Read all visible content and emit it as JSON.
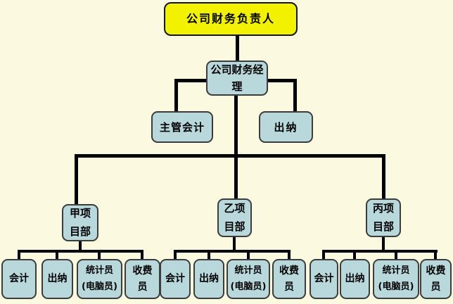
{
  "colors": {
    "background": "#FBFAE1",
    "node_fill": "#B8D8DC",
    "node_border": "#3C3C3C",
    "root_fill": "#F2F200",
    "root_border": "#141414",
    "connector": "#000000",
    "text": "#000000"
  },
  "org_chart": {
    "root": {
      "lines": [
        "公司财务负责人"
      ]
    },
    "finance_manager": {
      "lines": [
        "公司财务经",
        "理"
      ]
    },
    "level3": [
      {
        "id": "chief-accountant",
        "lines": [
          "主管会计"
        ]
      },
      {
        "id": "cashier",
        "lines": [
          "出纳"
        ]
      }
    ],
    "departments": [
      {
        "id": "dept-a",
        "lines": [
          "甲项",
          "目部"
        ]
      },
      {
        "id": "dept-b",
        "lines": [
          "乙项",
          "目部"
        ]
      },
      {
        "id": "dept-c",
        "lines": [
          "丙项",
          "目部"
        ]
      }
    ],
    "staff_roles": [
      {
        "id": "accountant",
        "lines": [
          "会计"
        ]
      },
      {
        "id": "cashier",
        "lines": [
          "出纳"
        ]
      },
      {
        "id": "statistician",
        "lines": [
          "统计员",
          "(电脑员)"
        ]
      },
      {
        "id": "fee-collector",
        "lines": [
          "收费",
          "员"
        ]
      }
    ]
  }
}
